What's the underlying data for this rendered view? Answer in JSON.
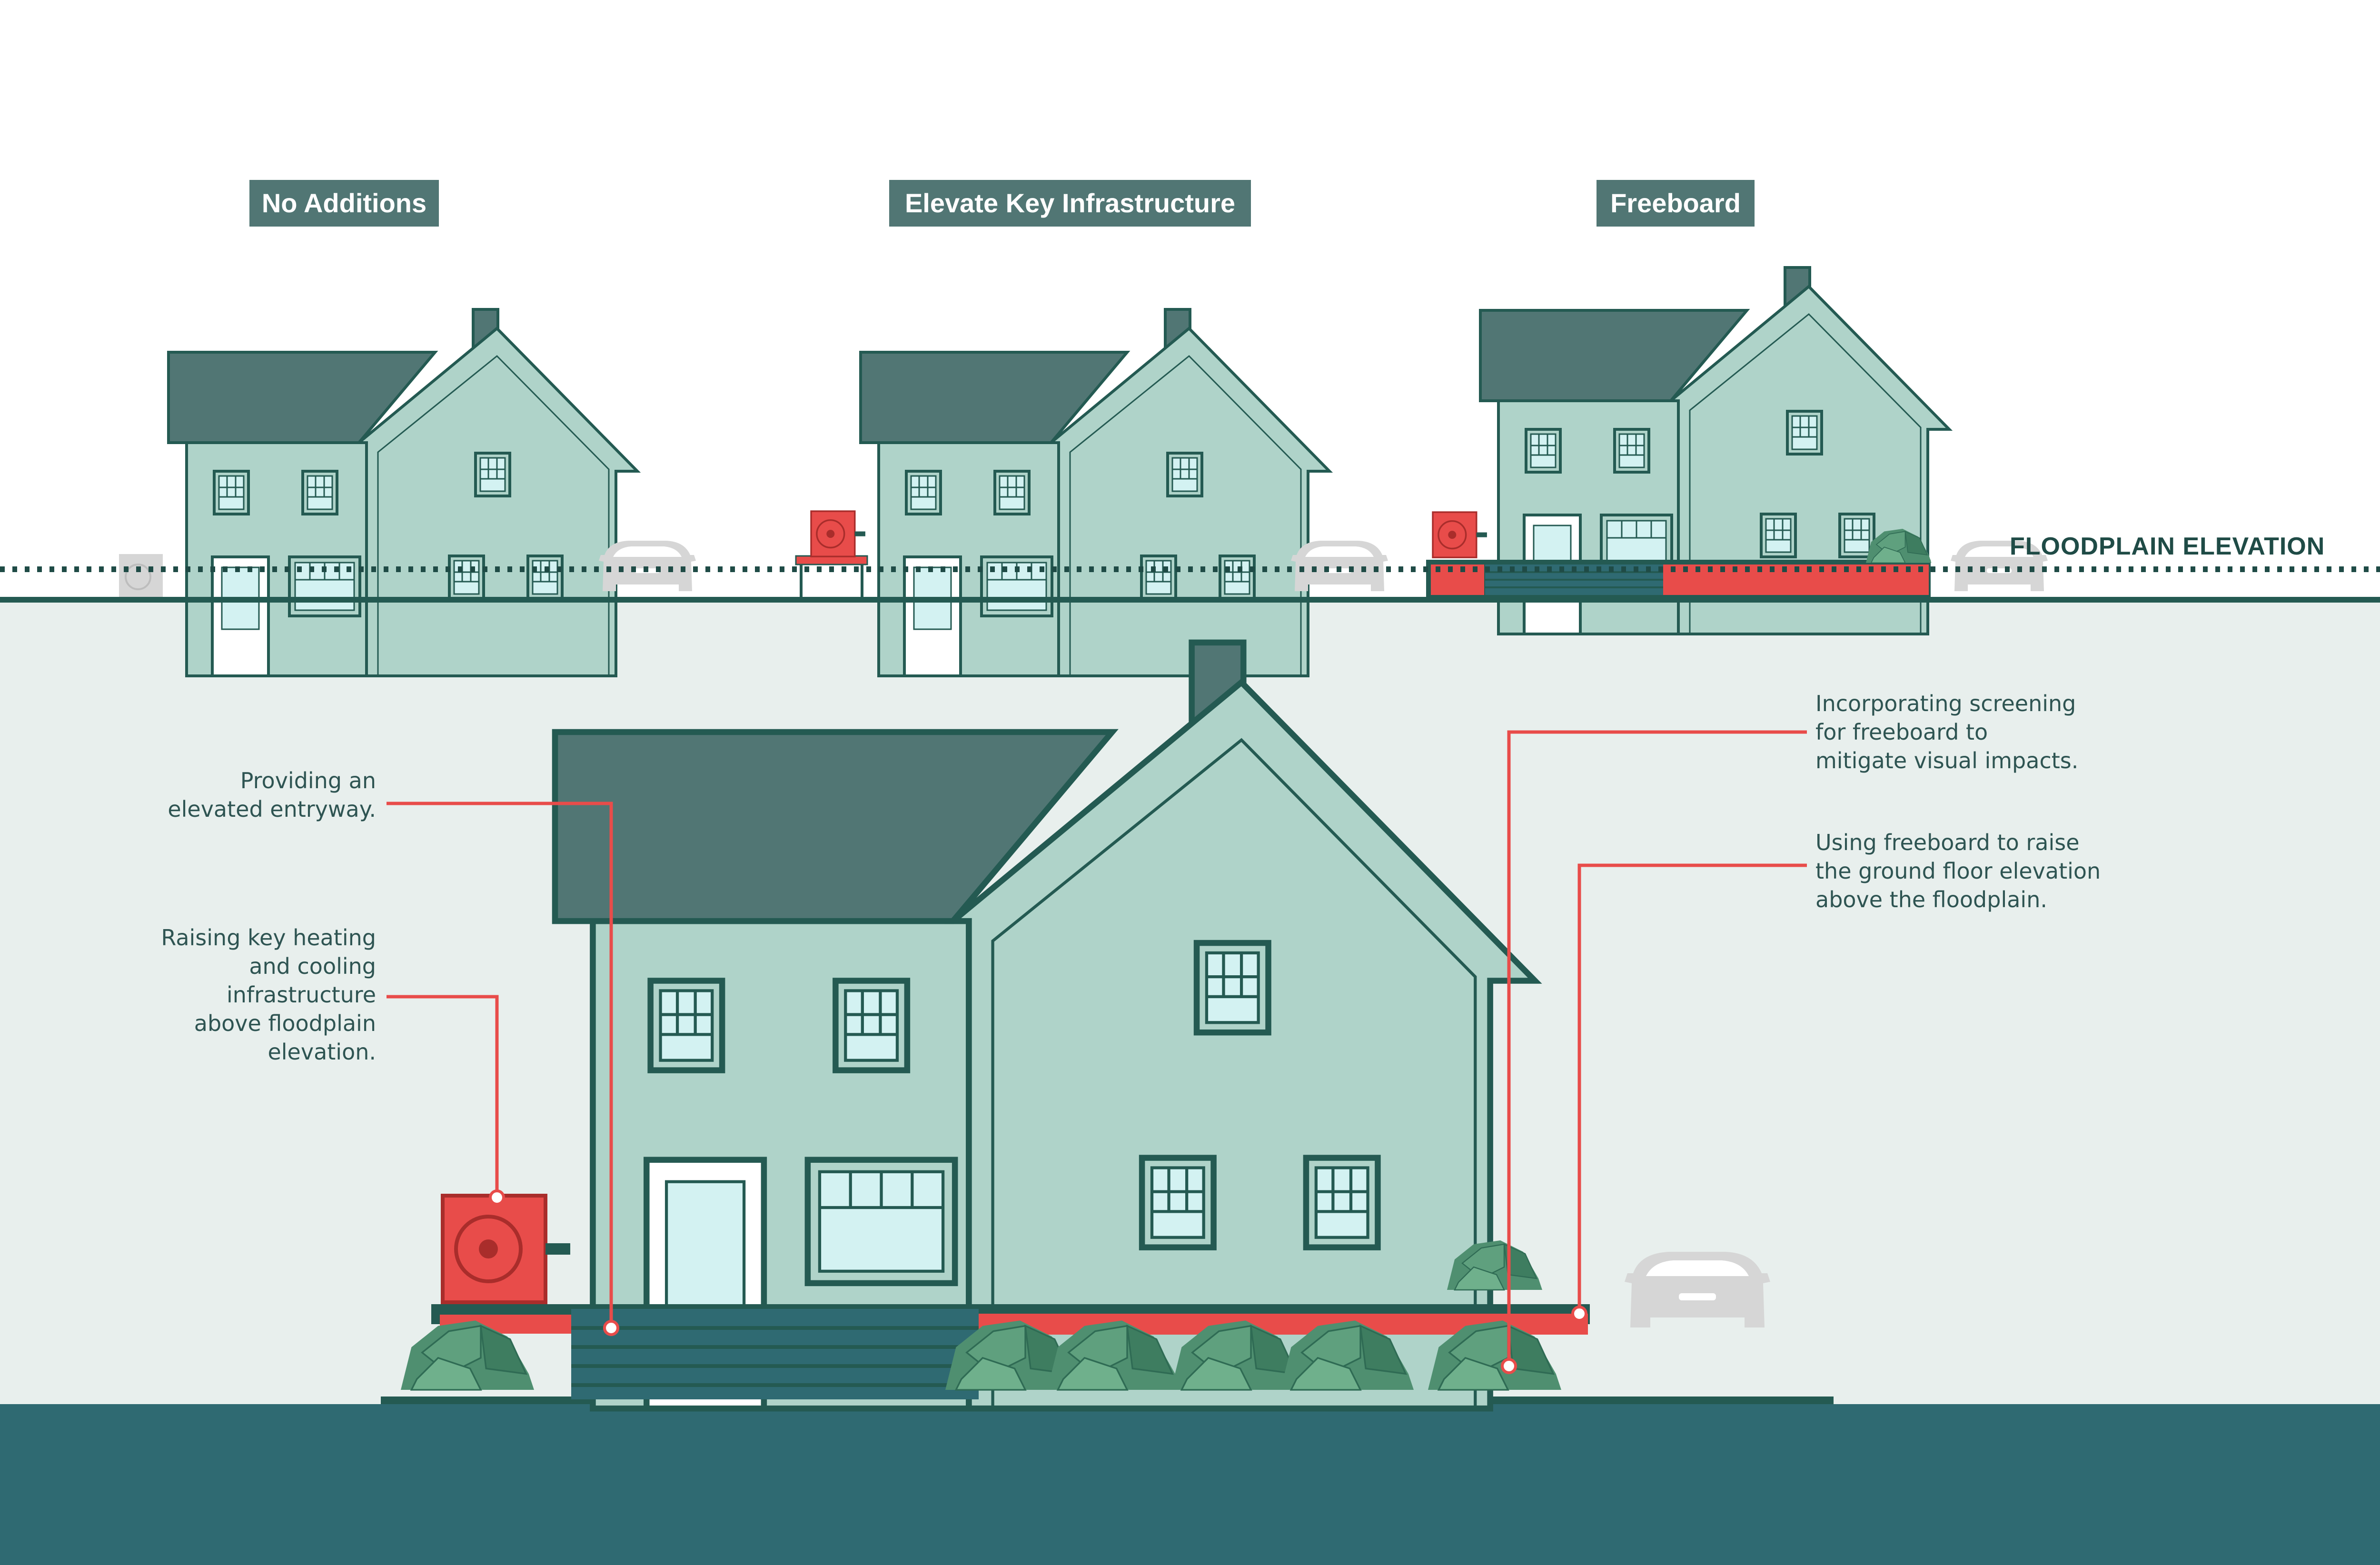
{
  "scenarios": [
    {
      "label": "No Additions"
    },
    {
      "label": "Elevate Key Infrastructure"
    },
    {
      "label": "Freeboard"
    }
  ],
  "floodplain_label": "FLOODPLAIN ELEVATION",
  "callouts": {
    "entryway": "Providing an\nelevated entryway.",
    "hvac": "Raising key heating\nand cooling\ninfrastructure\nabove floodplain\nelevation.",
    "screening": "Incorporating screening\nfor freeboard to\nmitigate visual impacts.",
    "raise_floor": "Using freeboard to raise\nthe ground floor elevation\nabove the floodplain."
  },
  "colors": {
    "house_fill": "#afd3c9",
    "house_stroke": "#245a52",
    "roof": "#517674",
    "window_glass": "#d3f2f2",
    "hvac_red": "#e84c4a",
    "floodplain_line": "#1f4b46",
    "ground": "#2f6a72",
    "lower_panel": "#e8efed",
    "shrub": "#4f8f70",
    "car": "#d6d6d6"
  }
}
